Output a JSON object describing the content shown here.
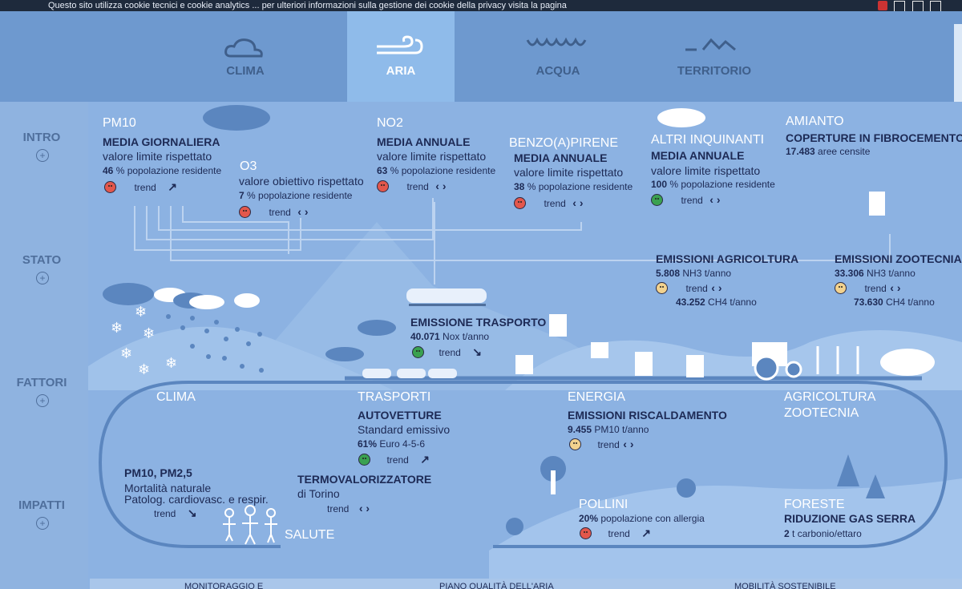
{
  "cookie_text": "Questo sito utilizza cookie tecnici e cookie analytics ... per ulteriori informazioni sulla gestione dei cookie della privacy visita la pagina",
  "tabs": [
    {
      "label": "CLIMA",
      "icon": "cloud-icon"
    },
    {
      "label": "ARIA",
      "icon": "wind-icon"
    },
    {
      "label": "ACQUA",
      "icon": "waves-icon"
    },
    {
      "label": "TERRITORIO",
      "icon": "mountain-icon"
    }
  ],
  "side": [
    "INTRO",
    "STATO",
    "FATTORI",
    "IMPATTI"
  ],
  "plus": "+",
  "pm10": {
    "title": "PM10",
    "sub": "MEDIA GIORNALIERA",
    "status": "valore limite rispettato",
    "pct": "46",
    "pct_label": "% popolazione residente",
    "trend": "trend",
    "arrow": "↗"
  },
  "o3": {
    "title": "O3",
    "status": "valore obiettivo rispettato",
    "pct": "7",
    "pct_label": "% popolazione residente",
    "trend": "trend",
    "arrow": "‹ ›"
  },
  "no2": {
    "title": "NO2",
    "sub": "MEDIA ANNUALE",
    "status": "valore limite rispettato",
    "pct": "63",
    "pct_label": "% popolazione residente",
    "trend": "trend",
    "arrow": "‹ ›"
  },
  "benzo": {
    "title": "BENZO(A)PIRENE",
    "sub": "MEDIA ANNUALE",
    "status": "valore limite rispettato",
    "pct": "38",
    "pct_label": "% popolazione residente",
    "trend": "trend",
    "arrow": "‹ ›"
  },
  "altri": {
    "title": "ALTRI INQUINANTI",
    "sub": "MEDIA ANNUALE",
    "status": "valore limite rispettato",
    "pct": "100",
    "pct_label": "% popolazione residente",
    "trend": "trend",
    "arrow": "‹ ›"
  },
  "amianto": {
    "title": "AMIANTO",
    "sub": "COPERTURE IN FIBROCEMENTO",
    "val": "17.483",
    "val_label": "aree censite"
  },
  "agri": {
    "sub": "EMISSIONI AGRICOLTURA",
    "v1": "5.808",
    "u1": "NH3 t/anno",
    "trend": "trend",
    "arrow": "‹ ›",
    "v2": "43.252",
    "u2": "CH4 t/anno"
  },
  "zoo": {
    "sub": "EMISSIONI ZOOTECNIA",
    "v1": "33.306",
    "u1": "NH3 t/anno",
    "trend": "trend",
    "arrow": "‹ ›",
    "v2": "73.630",
    "u2": "CH4 t/anno"
  },
  "trasporto": {
    "sub": "EMISSIONE TRASPORTO",
    "v": "40.071",
    "u": "Nox t/anno",
    "trend": "trend",
    "arrow": "↘"
  },
  "fattori": {
    "clima": "CLIMA",
    "trasporti": "TRASPORTI",
    "energia": "ENERGIA",
    "agricoltura": "AGRICOLTURA",
    "zootecnia": "ZOOTECNIA"
  },
  "autovetture": {
    "sub": "AUTOVETTURE",
    "status": "Standard emissivo",
    "pct": "61%",
    "pct_label": "Euro 4-5-6",
    "trend": "trend",
    "arrow": "↗"
  },
  "riscald": {
    "sub": "EMISSIONI RISCALDAMENTO",
    "v": "9.455",
    "u": "PM10 t/anno",
    "trend": "trend",
    "arrow": "‹ ›"
  },
  "pm25": {
    "sub": "PM10, PM2,5",
    "l1": "Mortalità naturale",
    "l2": "Patolog. cardiovasc. e respir.",
    "trend": "trend",
    "arrow": "↘"
  },
  "termo": {
    "sub": "TERMOVALORIZZATORE",
    "l1": "di Torino",
    "trend": "trend",
    "arrow": "‹ ›"
  },
  "salute": "SALUTE",
  "pollini": {
    "title": "POLLINI",
    "pct": "20%",
    "pct_label": "popolazione con allergia",
    "trend": "trend",
    "arrow": "↗"
  },
  "foreste": {
    "title": "FORESTE",
    "sub": "RIDUZIONE GAS SERRA",
    "v": "2",
    "u": "t carbonio/ettaro"
  },
  "bottom": [
    "MONITORAGGIO E",
    "PIANO QUALITÀ DELL'ARIA",
    "MOBILITÀ SOSTENIBILE"
  ],
  "colors": {
    "accent": "#8fbbea",
    "dark_text": "#1d2a55",
    "bad": "#e2574c",
    "good": "#3aa150",
    "neutral": "#f2d28e"
  }
}
